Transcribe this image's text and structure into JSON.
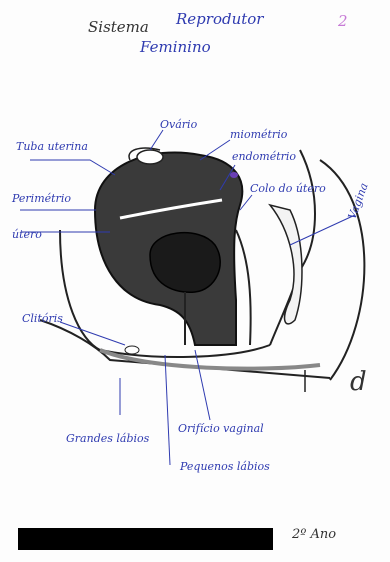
{
  "title": {
    "prefix": "Sistema",
    "main": "Reprodutor",
    "sub": "Feminino",
    "page_number": "2"
  },
  "labels": {
    "ovario": "Ovário",
    "tuba_uterina": "Tuba uterina",
    "miometrio": "miométrio",
    "endometrio": "endométrio",
    "colo_do_utero": "Colo do útero",
    "vagina": "Vagina",
    "perimetrio": "Perimétrio",
    "utero": "útero",
    "clitoris": "Clitóris",
    "orificio_vaginal": "Orifício vaginal",
    "grandes_labios": "Grandes lábios",
    "pequenos_labios": "Pequenos lábios",
    "annotation_d": "d"
  },
  "footer": {
    "year": "2º Ano"
  },
  "colors": {
    "ink": "#2f3bb0",
    "pencil": "#222222",
    "shade": "#3a3a3a",
    "redaction": "#000000",
    "page_number": "#c77bd6"
  }
}
